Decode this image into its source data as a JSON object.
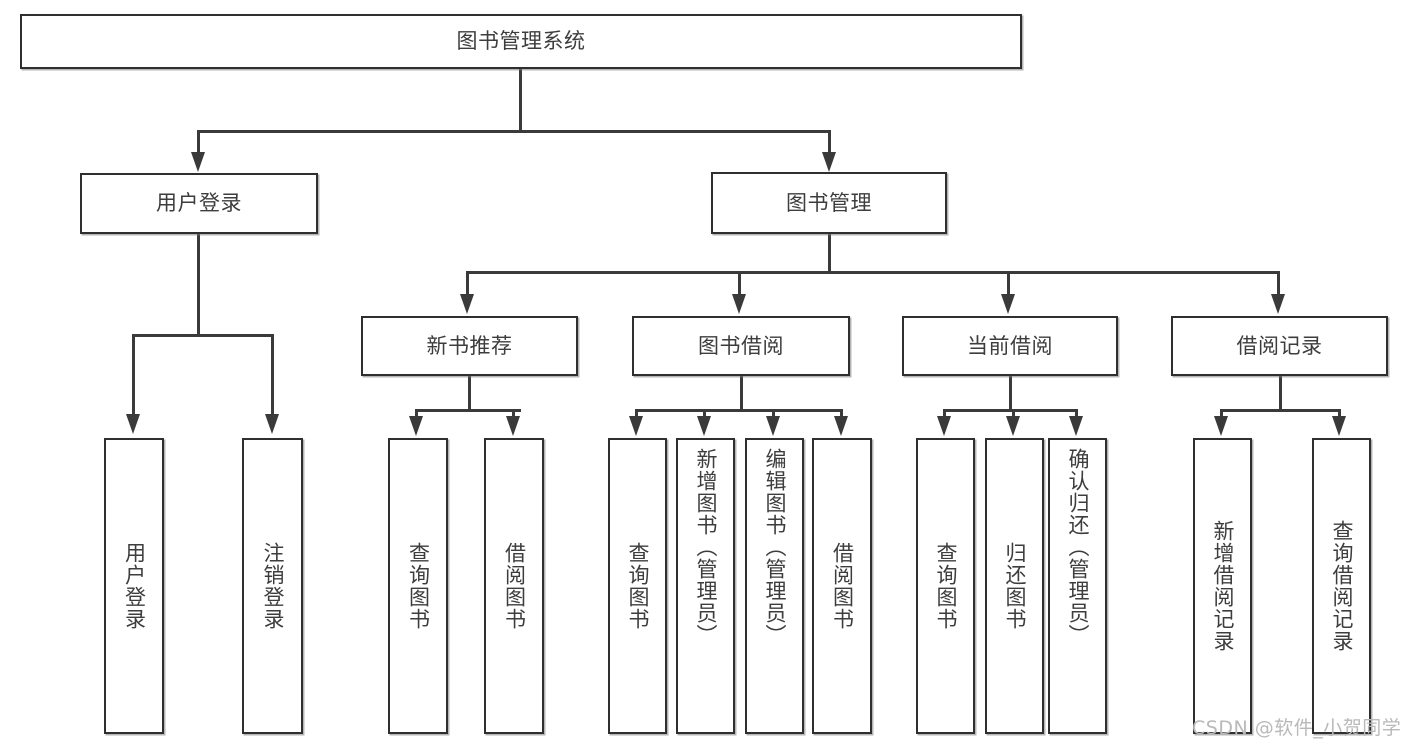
{
  "diagram": {
    "title": "图书管理系统",
    "type": "functional-structure-tree",
    "root": {
      "label": "图书管理系统"
    },
    "level2": [
      {
        "label": "用户登录"
      },
      {
        "label": "图书管理"
      }
    ],
    "level3": [
      {
        "label": "新书推荐"
      },
      {
        "label": "图书借阅"
      },
      {
        "label": "当前借阅"
      },
      {
        "label": "借阅记录"
      }
    ],
    "leaves": {
      "user_login": [
        {
          "label": "用户登录"
        },
        {
          "label": "注销登录"
        }
      ],
      "new_book_recommend": [
        {
          "label": "查询图书"
        },
        {
          "label": "借阅图书"
        }
      ],
      "book_borrow": [
        {
          "label": "查询图书"
        },
        {
          "label": "新增图书（管理员）"
        },
        {
          "label": "编辑图书（管理员）"
        },
        {
          "label": "借阅图书"
        }
      ],
      "current_borrow": [
        {
          "label": "查询图书"
        },
        {
          "label": "归还图书"
        },
        {
          "label": "确认归还（管理员）"
        }
      ],
      "borrow_record": [
        {
          "label": "新增借阅记录"
        },
        {
          "label": "查询借阅记录"
        }
      ]
    }
  },
  "watermark": {
    "text": "CSDN @软件_小贺同学"
  },
  "colors": {
    "background": "#ffffff",
    "box_border": "#2f2f2f",
    "connector": "#3a3a3a",
    "text": "#3d3d3d",
    "watermark": "#b9b9b9"
  }
}
